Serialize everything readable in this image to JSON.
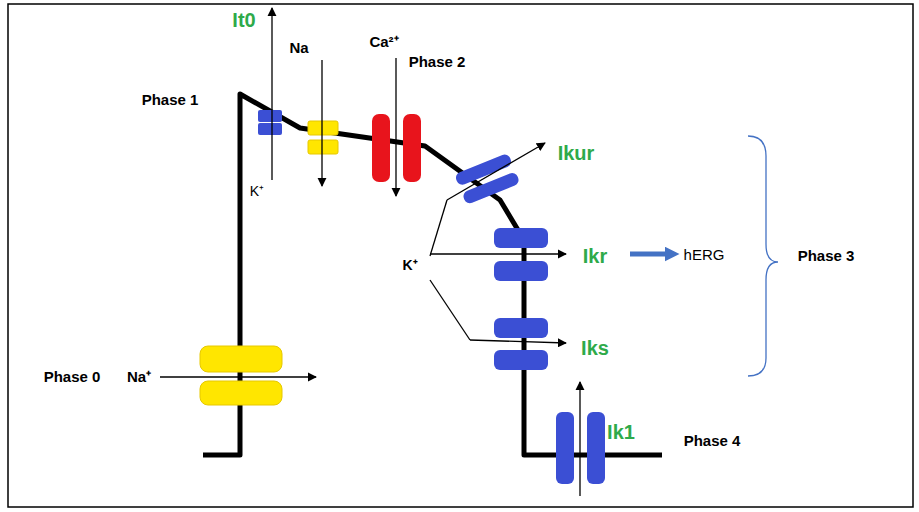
{
  "diagram": {
    "labels": [
      "Phase 1",
      "It0",
      "K⁺",
      "Na",
      "Ca²⁺",
      "Phase 2",
      "Ikur",
      "K⁺",
      "Ikr",
      "hERG",
      "Phase 3",
      "Iks",
      "Phase 0",
      "Na⁺",
      "Ik1",
      "Phase 4"
    ]
  }
}
